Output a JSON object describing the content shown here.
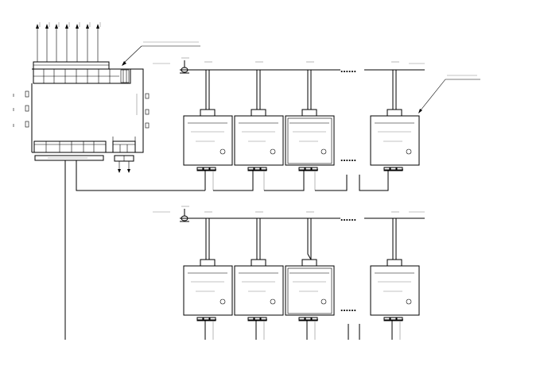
{
  "diagram": {
    "controller": {
      "output_arrow_count": 7,
      "label": "",
      "status_label": "",
      "bus_label": ""
    },
    "bus_rows": [
      {
        "name": "",
        "left_label": "",
        "right_label": "",
        "meter_count_visible": 4,
        "ellipsis": "……",
        "callout_label": ""
      },
      {
        "name": "",
        "left_label": "",
        "right_label": "",
        "meter_count_visible": 4,
        "ellipsis": "……"
      }
    ],
    "meter_label": "",
    "meter_sublabels": [
      "",
      "",
      "",
      ""
    ],
    "ellipsis_text": "……"
  }
}
